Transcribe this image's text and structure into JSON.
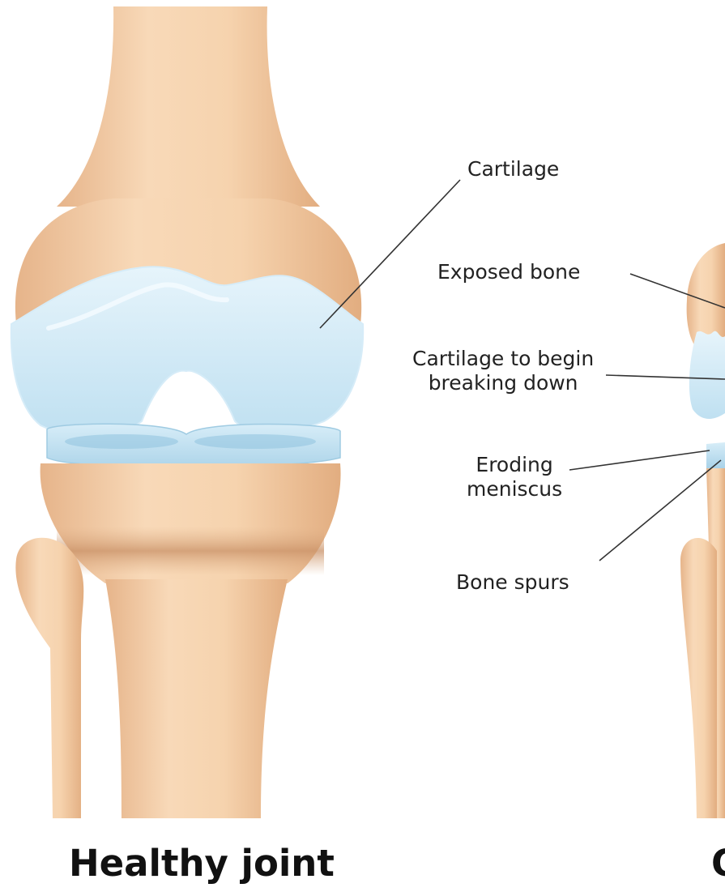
{
  "labels": {
    "cartilage": "Cartilage",
    "exposed_bone": "Exposed bone",
    "cartilage_begin_line1": "Cartilage to begin",
    "cartilage_begin_line2": "breaking down",
    "eroding_line1": "Eroding",
    "eroding_line2": "meniscus",
    "bone_spurs": "Bone spurs"
  },
  "captions": {
    "healthy": "Healthy joint",
    "osteoarthritis_visible": "O"
  },
  "colors": {
    "bone": "#f2cba3",
    "bone_shadow": "#deaa7c",
    "cartilage": "#cde7f5",
    "cartilage_highlight": "#eef8fd",
    "meniscus": "#b9dcee",
    "leader_line": "#333333"
  }
}
